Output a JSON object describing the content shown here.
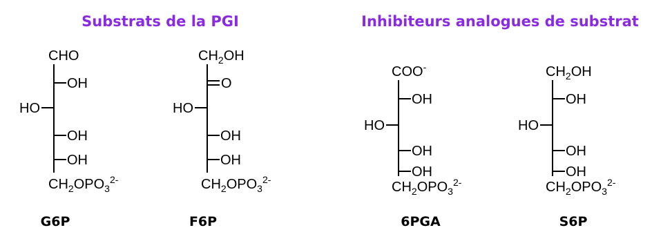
{
  "headers": {
    "substrates": "Substrats de la PGI",
    "inhibitors": "Inhibiteurs analogues de substrat"
  },
  "molecules": [
    {
      "name": "G6P",
      "top": "CHO",
      "groups": [
        "OH",
        "HO",
        "OH",
        "OH"
      ],
      "bottom": {
        "base": "CH",
        "s1": "2",
        "mid": "OPO",
        "s2": "3",
        "sup": "2-"
      }
    },
    {
      "name": "F6P",
      "top": {
        "base": "CH",
        "s1": "2",
        "rest": "OH"
      },
      "groups": [
        "O",
        "HO",
        "OH",
        "OH"
      ],
      "bottom": {
        "base": "CH",
        "s1": "2",
        "mid": "OPO",
        "s2": "3",
        "sup": "2-"
      }
    },
    {
      "name": "6PGA",
      "top": {
        "base": "COO",
        "sup": "-"
      },
      "groups": [
        "OH",
        "HO",
        "OH",
        "OH"
      ],
      "bottom": {
        "base": "CH",
        "s1": "2",
        "mid": "OPO",
        "s2": "3",
        "sup": "2-"
      }
    },
    {
      "name": "S6P",
      "top": {
        "base": "CH",
        "s1": "2",
        "rest": "OH"
      },
      "groups": [
        "OH",
        "HO",
        "OH",
        "OH"
      ],
      "bottom": {
        "base": "CH",
        "s1": "2",
        "mid": "OPO",
        "s2": "3",
        "sup": "2-"
      }
    }
  ]
}
